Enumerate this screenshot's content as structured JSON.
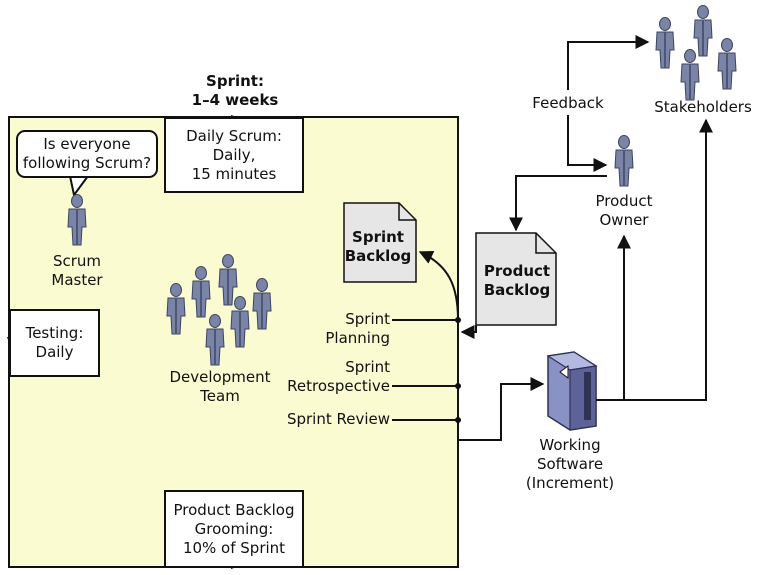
{
  "sprint": {
    "title": "Sprint:",
    "duration": "1–4 weeks"
  },
  "daily_scrum": {
    "line1": "Daily Scrum:",
    "line2": "Daily,",
    "line3": "15 minutes"
  },
  "scrum_master": {
    "speech_line1": "Is everyone",
    "speech_line2": "following Scrum?",
    "label_line1": "Scrum",
    "label_line2": "Master"
  },
  "testing": {
    "line1": "Testing:",
    "line2": "Daily"
  },
  "dev_team": {
    "line1": "Development",
    "line2": "Team"
  },
  "sprint_backlog": {
    "line1": "Sprint",
    "line2": "Backlog"
  },
  "product_backlog": {
    "line1": "Product",
    "line2": "Backlog"
  },
  "events": {
    "planning_line1": "Sprint",
    "planning_line2": "Planning",
    "retro_line1": "Sprint",
    "retro_line2": "Retrospective",
    "review": "Sprint Review"
  },
  "grooming": {
    "line1": "Product Backlog",
    "line2": "Grooming:",
    "line3": "10% of Sprint"
  },
  "working_software": {
    "line1": "Working",
    "line2": "Software",
    "line3": "(Increment)"
  },
  "product_owner": {
    "line1": "Product",
    "line2": "Owner"
  },
  "feedback": "Feedback",
  "stakeholders": "Stakeholders",
  "colors": {
    "sprint_fill": "#fbfbd2",
    "person": "#7a84a6",
    "person_dark": "#4d5674",
    "doc_fill": "#e6e6e6",
    "server": "#8a91c4"
  },
  "icons": [
    "person-icon",
    "document-icon",
    "server-icon"
  ]
}
